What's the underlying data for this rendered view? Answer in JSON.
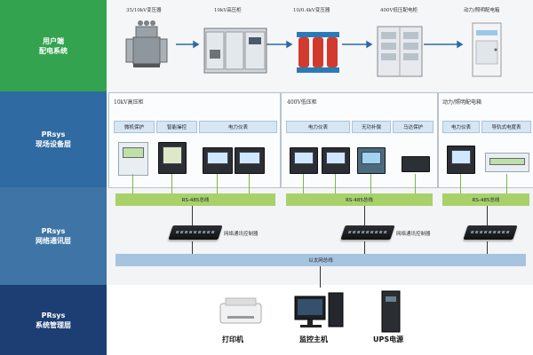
{
  "layers": [
    {
      "title": "用户端",
      "subtitle": "配电系统",
      "color": "#33a34f"
    },
    {
      "title": "PRsys",
      "subtitle": "现场设备层",
      "color": "#2f6aa3"
    },
    {
      "title": "PRsys",
      "subtitle": "网络通讯层",
      "color": "#3f74a6"
    },
    {
      "title": "PRsys",
      "subtitle": "系统管理层",
      "color": "#1d3e73"
    }
  ],
  "distribution": {
    "items": [
      {
        "label": "35/10kV变压器",
        "icon": "transformer-icon"
      },
      {
        "label": "10kV高压柜",
        "icon": "hv-cabinet-icon"
      },
      {
        "label": "10/0.4kV变压器",
        "icon": "dry-transformer-icon"
      },
      {
        "label": "400V低压配电柜",
        "icon": "lv-cabinet-icon"
      },
      {
        "label": "动力/照明配电箱",
        "icon": "distribution-box-icon"
      }
    ]
  },
  "field": {
    "panels": [
      {
        "title": "10kV高压柜",
        "tags": [
          "微机保护",
          "智能操控",
          "电力仪表"
        ]
      },
      {
        "title": "400V低压柜",
        "tags": [
          "电力仪表",
          "无功补偿",
          "马达保护"
        ]
      },
      {
        "title": "动力/照明配电箱",
        "tags": [
          "电力仪表",
          "导轨式电度表"
        ]
      }
    ]
  },
  "network": {
    "bus_label": "RS-485总线",
    "switch_label": "网络通讯控制器",
    "ethernet_label": "以太网总线"
  },
  "management": {
    "devices": [
      {
        "label": "打印机",
        "icon": "printer-icon"
      },
      {
        "label": "监控主机",
        "icon": "monitor-host-icon"
      },
      {
        "label": "UPS电源",
        "icon": "ups-icon"
      }
    ]
  },
  "colors": {
    "bus": "#a8d16a",
    "ethernet": "#a6c4df",
    "tag": "#d6e6f3"
  }
}
